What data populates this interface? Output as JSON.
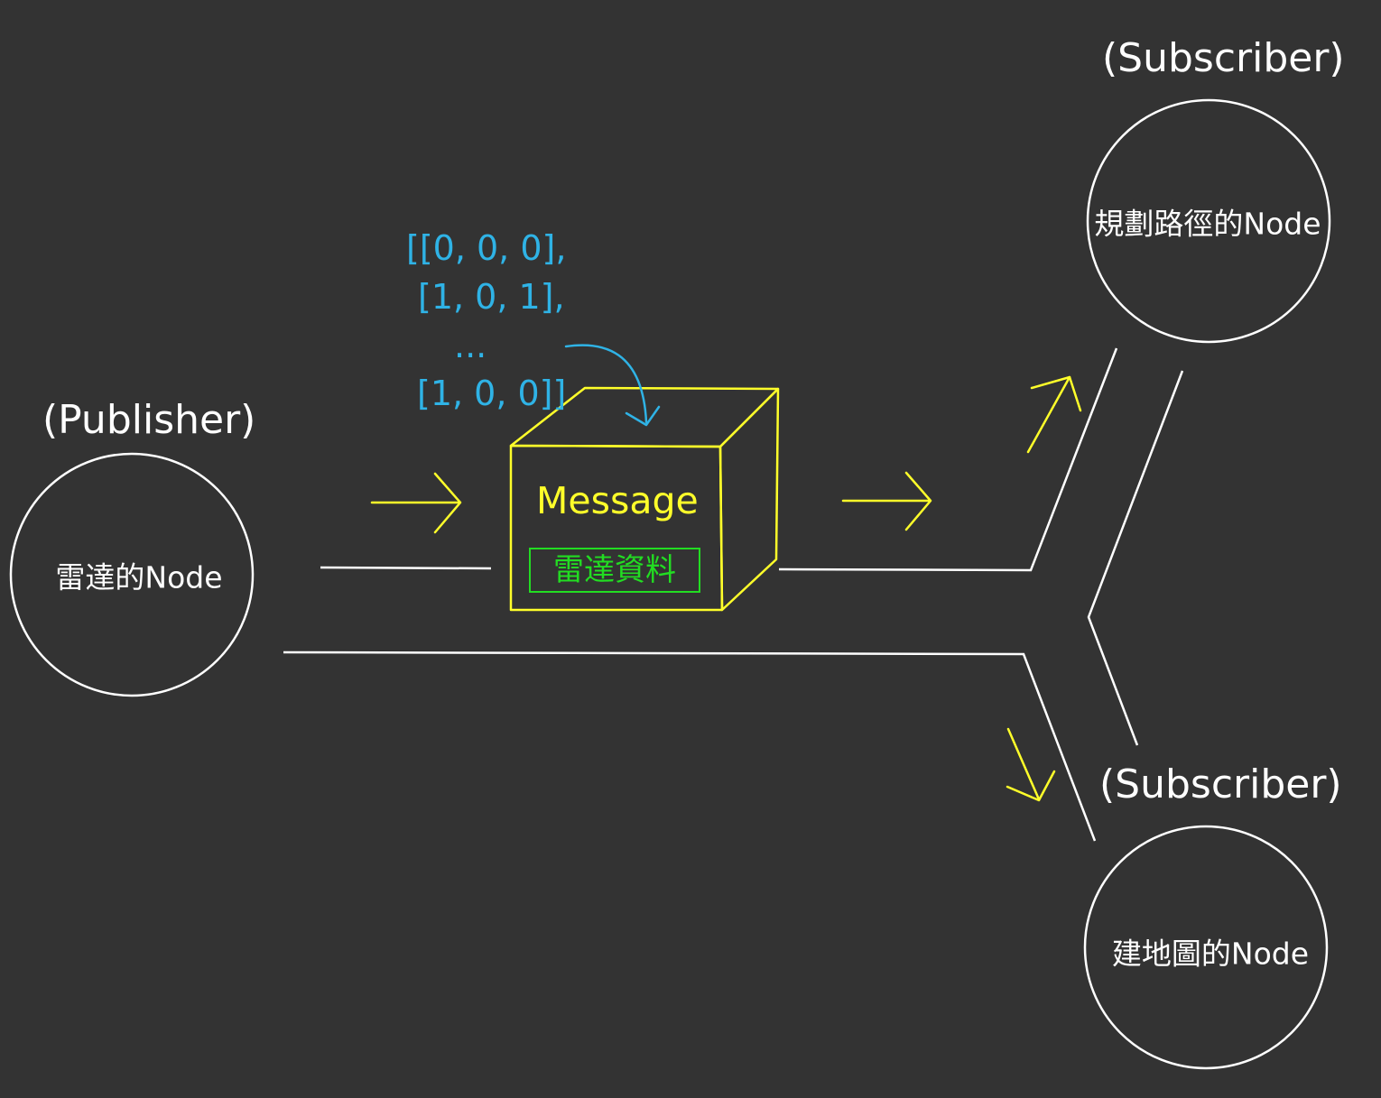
{
  "publisher": {
    "role": "(Publisher)",
    "node_label": "雷達的Node"
  },
  "subscriber_top": {
    "role": "(Subscriber)",
    "node_label": "規劃路徑的Node"
  },
  "subscriber_bottom": {
    "role": "(Subscriber)",
    "node_label": "建地圖的Node"
  },
  "message": {
    "title": "Message",
    "payload": "雷達資料",
    "data_lines": [
      "[[0, 0, 0],",
      "[1, 0, 1],",
      "...",
      "[1, 0, 0]]"
    ]
  },
  "colors": {
    "background": "#333333",
    "lines": "#ffffff",
    "message_box": "#ffff2a",
    "arrows": "#ffff2a",
    "payload": "#22dd22",
    "data": "#2fb3e6"
  }
}
